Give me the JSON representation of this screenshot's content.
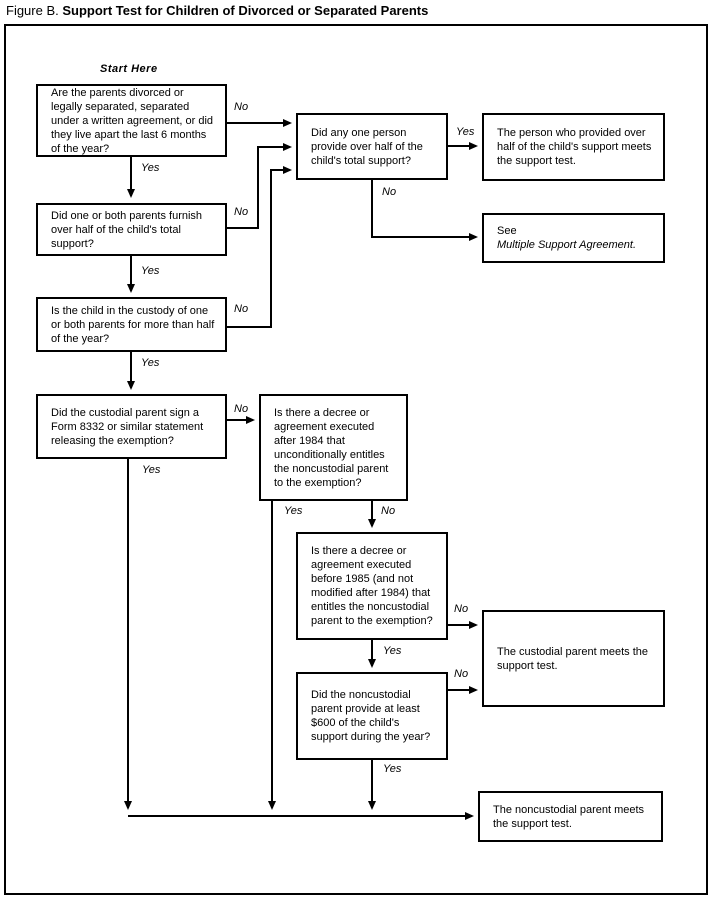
{
  "title": {
    "prefix": "Figure B. ",
    "main": "Support Test for Children of Divorced or Separated Parents"
  },
  "start_here": "Start Here",
  "labels": {
    "yes": "Yes",
    "no": "No"
  },
  "nodes": {
    "q_divorced": "Are the parents divorced or legally separated, separated under a written agreement, or did they live apart the last 6 months of the year?",
    "q_one_person": "Did any one person provide over half of the child's total support?",
    "end_person_provided": "The person who provided over half of the child's support meets the support test.",
    "end_multiple_support_prefix": "See ",
    "end_multiple_support_italic": "Multiple Support Agreement.",
    "q_parents_furnish": "Did one or both parents furnish over half of the child's total support?",
    "q_custody": "Is the child in the custody of one or both parents for more than half of the year?",
    "q_form_8332": "Did the custodial parent sign a Form 8332 or similar statement releasing the exemption?",
    "q_decree_after_1984": "Is there a decree or agreement executed after 1984 that unconditionally entitles the noncustodial parent to the exemption?",
    "q_decree_before_1985": "Is there a decree or agreement executed before 1985 (and not modified after 1984) that entitles the noncustodial parent to the exemption?",
    "q_600_support": "Did the noncustodial parent provide at least $600 of the child's support during the year?",
    "end_custodial": "The custodial parent meets the support test.",
    "end_noncustodial": "The noncustodial parent meets the support test."
  }
}
